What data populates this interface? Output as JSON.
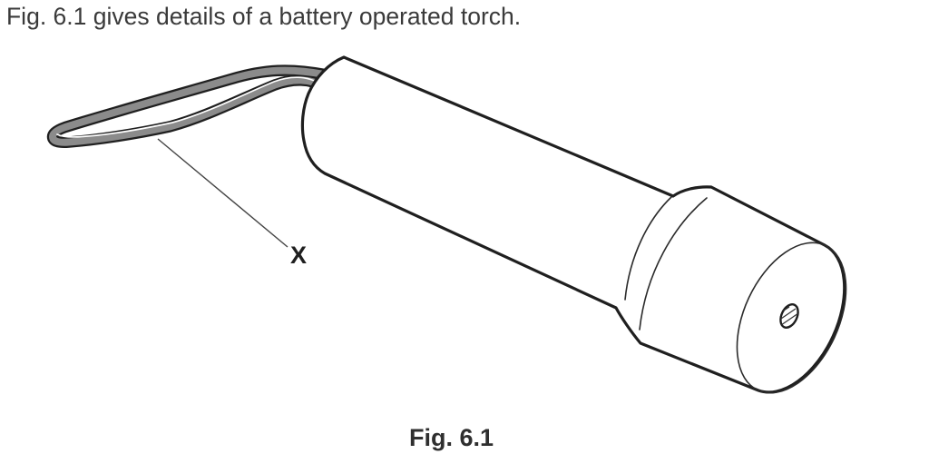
{
  "figure": {
    "intro_text": "Fig. 6.1 gives details of a battery operated torch.",
    "caption": "Fig. 6.1",
    "part_label": "X"
  },
  "diagram": {
    "subject": "battery operated torch",
    "labelled_part": "wrist strap loop labelled X",
    "parts": [
      "wrist-strap",
      "torch-barrel",
      "torch-head",
      "front-face",
      "lens-hole"
    ],
    "colors": {
      "outline": "#1f1f1f",
      "strap": "#8b8b8b",
      "strap_highlight": "#ffffff",
      "body_fill": "#ffffff",
      "thin_line": "#2b2b2b",
      "leader_line": "#444444",
      "text": "#3a3a3a"
    }
  }
}
